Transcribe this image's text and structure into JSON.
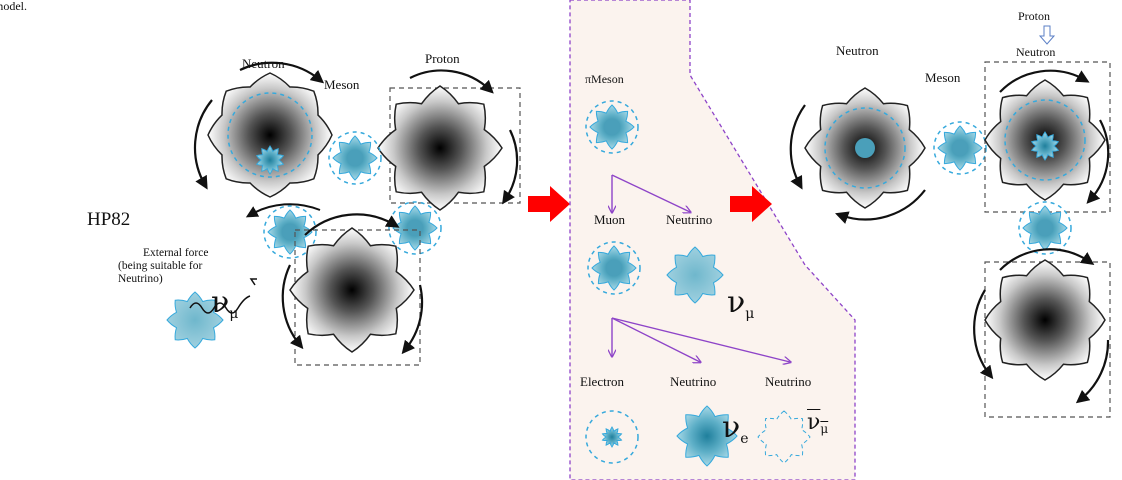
{
  "caption_fragment": "model.",
  "side_label": "HP82",
  "left_panel": {
    "neutron": "Neutron",
    "meson": "Meson",
    "proton": "Proton",
    "external_force": [
      "External force",
      "(being suitable for",
      "Neutrino)"
    ],
    "neutrino_symbol": "ν",
    "neutrino_sub": "μ"
  },
  "middle_panel": {
    "pi_meson": "πMeson",
    "muon": "Muon",
    "neutrino": "Neutrino",
    "muon_neutrino_symbol": "ν",
    "muon_neutrino_sub": "μ",
    "electron": "Electron",
    "neutrino_2": "Neutrino",
    "neutrino_3": "Neutrino",
    "electron_neutrino_symbol": "ν",
    "electron_neutrino_sub": "e",
    "anti_neutrino_symbol": "ν",
    "anti_neutrino_sub": "μ"
  },
  "right_panel": {
    "neutron": "Neutron",
    "meson": "Meson",
    "proton": "Proton",
    "neutron_under_proton": "Neutron"
  },
  "colors": {
    "cyan_outline": "#36a9dc",
    "cyan_fill": "#7fc3d8",
    "red_arrow": "#ff0000",
    "purple": "#8e44c8",
    "panel_fill": "#fbf3ee"
  }
}
